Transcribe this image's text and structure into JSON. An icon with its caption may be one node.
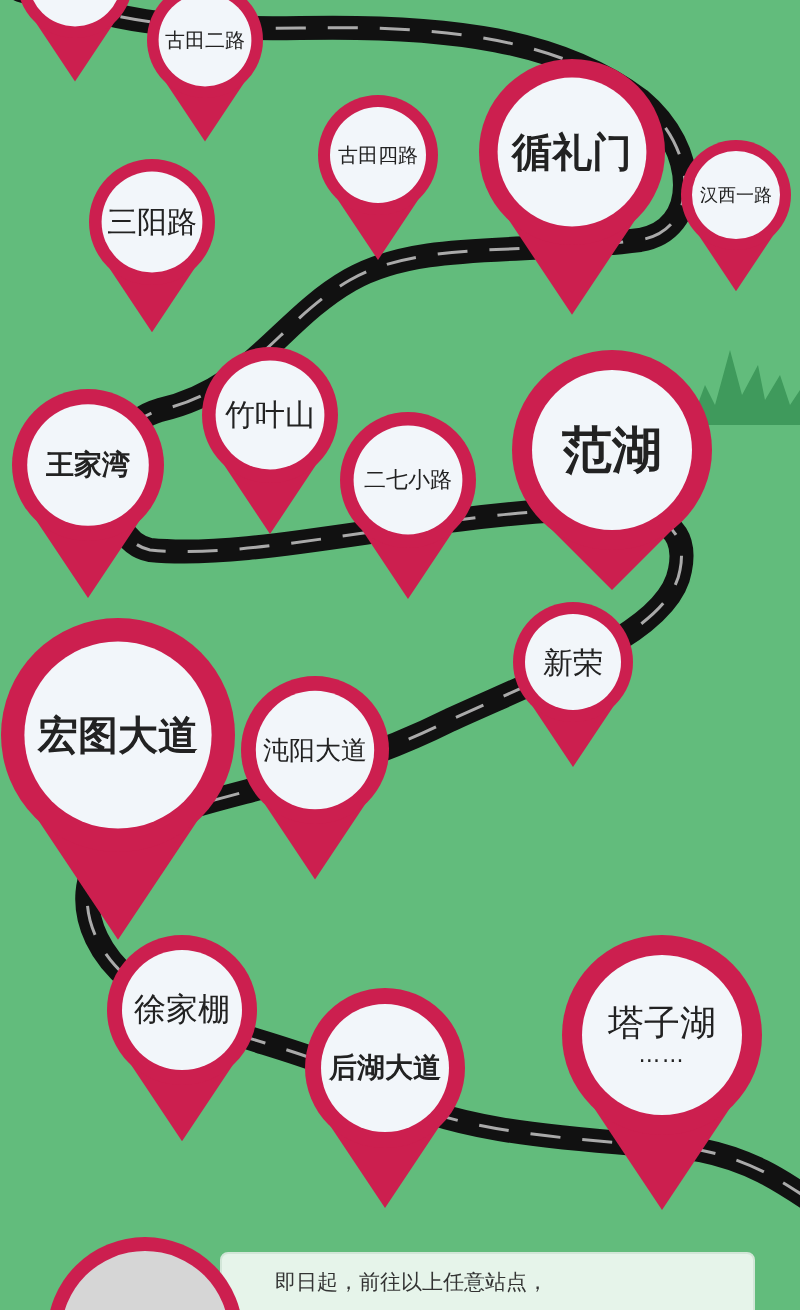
{
  "diagram": {
    "nodes": [
      {
        "text": [],
        "shape": "circle"
      },
      {
        "text": [
          "古田二路"
        ]
      },
      {
        "text": [
          "古田四路"
        ]
      },
      {
        "text": [
          "循礼门"
        ]
      },
      {
        "text": [
          "汉西一路"
        ]
      },
      {
        "text": [
          "三阳路"
        ]
      },
      {
        "text": [
          "竹叶山"
        ]
      },
      {
        "text": [
          "王家湾"
        ]
      },
      {
        "text": [
          "二七小路"
        ]
      },
      {
        "text": [
          "范湖"
        ]
      },
      {
        "text": [
          "新荣"
        ]
      },
      {
        "text": [
          "宏图大道"
        ]
      },
      {
        "text": [
          "沌阳大道"
        ]
      },
      {
        "text": [
          "徐家棚"
        ]
      },
      {
        "text": [
          "后湖大道"
        ]
      },
      {
        "text": [
          "塔子湖",
          "……"
        ]
      },
      {
        "text": [
          "即日起，前往以上任意站点，"
        ]
      }
    ]
  }
}
